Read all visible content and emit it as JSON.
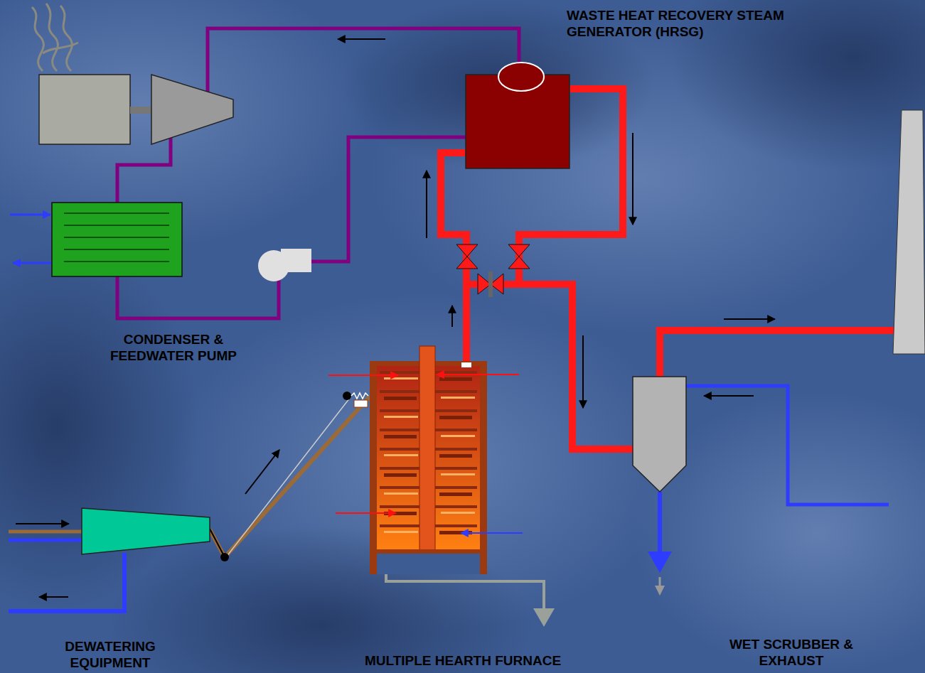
{
  "diagram": {
    "nodes": [
      {
        "text": [
          "WASTE HEAT RECOVERY STEAM GENERATOR (HRSG)"
        ]
      },
      {
        "text": [
          "CONDENSER & FEEDWATER PUMP"
        ]
      },
      {
        "text": [
          "DEWATERING EQUIPMENT"
        ]
      },
      {
        "text": [
          "MULTIPLE HEARTH FURNACE"
        ]
      },
      {
        "text": [
          "WET SCRUBBER & EXHAUST"
        ]
      }
    ],
    "edges": [
      {
        "from": 2,
        "to": 3,
        "arrow": "none"
      },
      {
        "from": 3,
        "to": 0,
        "arrow": "none"
      },
      {
        "from": 3,
        "to": 4,
        "arrow": "none"
      },
      {
        "from": 0,
        "to": 4,
        "arrow": "none"
      },
      {
        "from": 0,
        "to": 1,
        "arrow": "none"
      },
      {
        "from": 1,
        "to": 0,
        "arrow": "none"
      }
    ]
  }
}
